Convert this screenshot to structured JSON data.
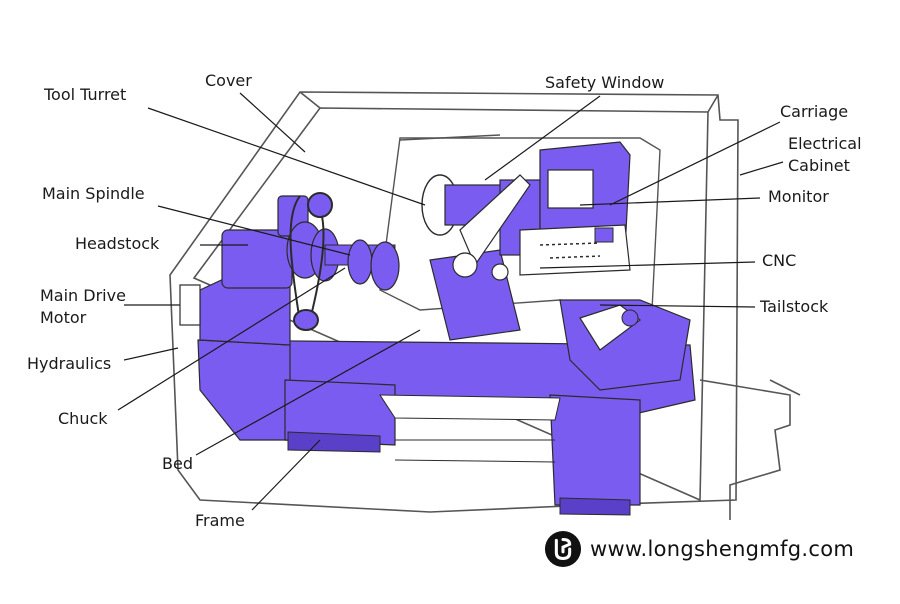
{
  "labels": {
    "tool_turret": "Tool Turret",
    "cover": "Cover",
    "safety_window": "Safety Window",
    "carriage": "Carriage",
    "electrical_cabinet": "Electrical\nCabinet",
    "monitor": "Monitor",
    "main_spindle": "Main Spindle",
    "headstock": "Headstock",
    "main_drive_motor": "Main Drive\nMotor",
    "hydraulics": "Hydraulics",
    "chuck": "Chuck",
    "bed": "Bed",
    "frame": "Frame",
    "cnc": "CNC",
    "tailstock": "Tailstock"
  },
  "watermark": {
    "text": "www.longshengmfg.com",
    "logo": "longsheng-logo-icon"
  },
  "colors": {
    "machine_fill": "#7b5cf0",
    "machine_dark": "#5a3fc8",
    "outline": "#2b2b2b",
    "leader": "#1a1a1a"
  }
}
